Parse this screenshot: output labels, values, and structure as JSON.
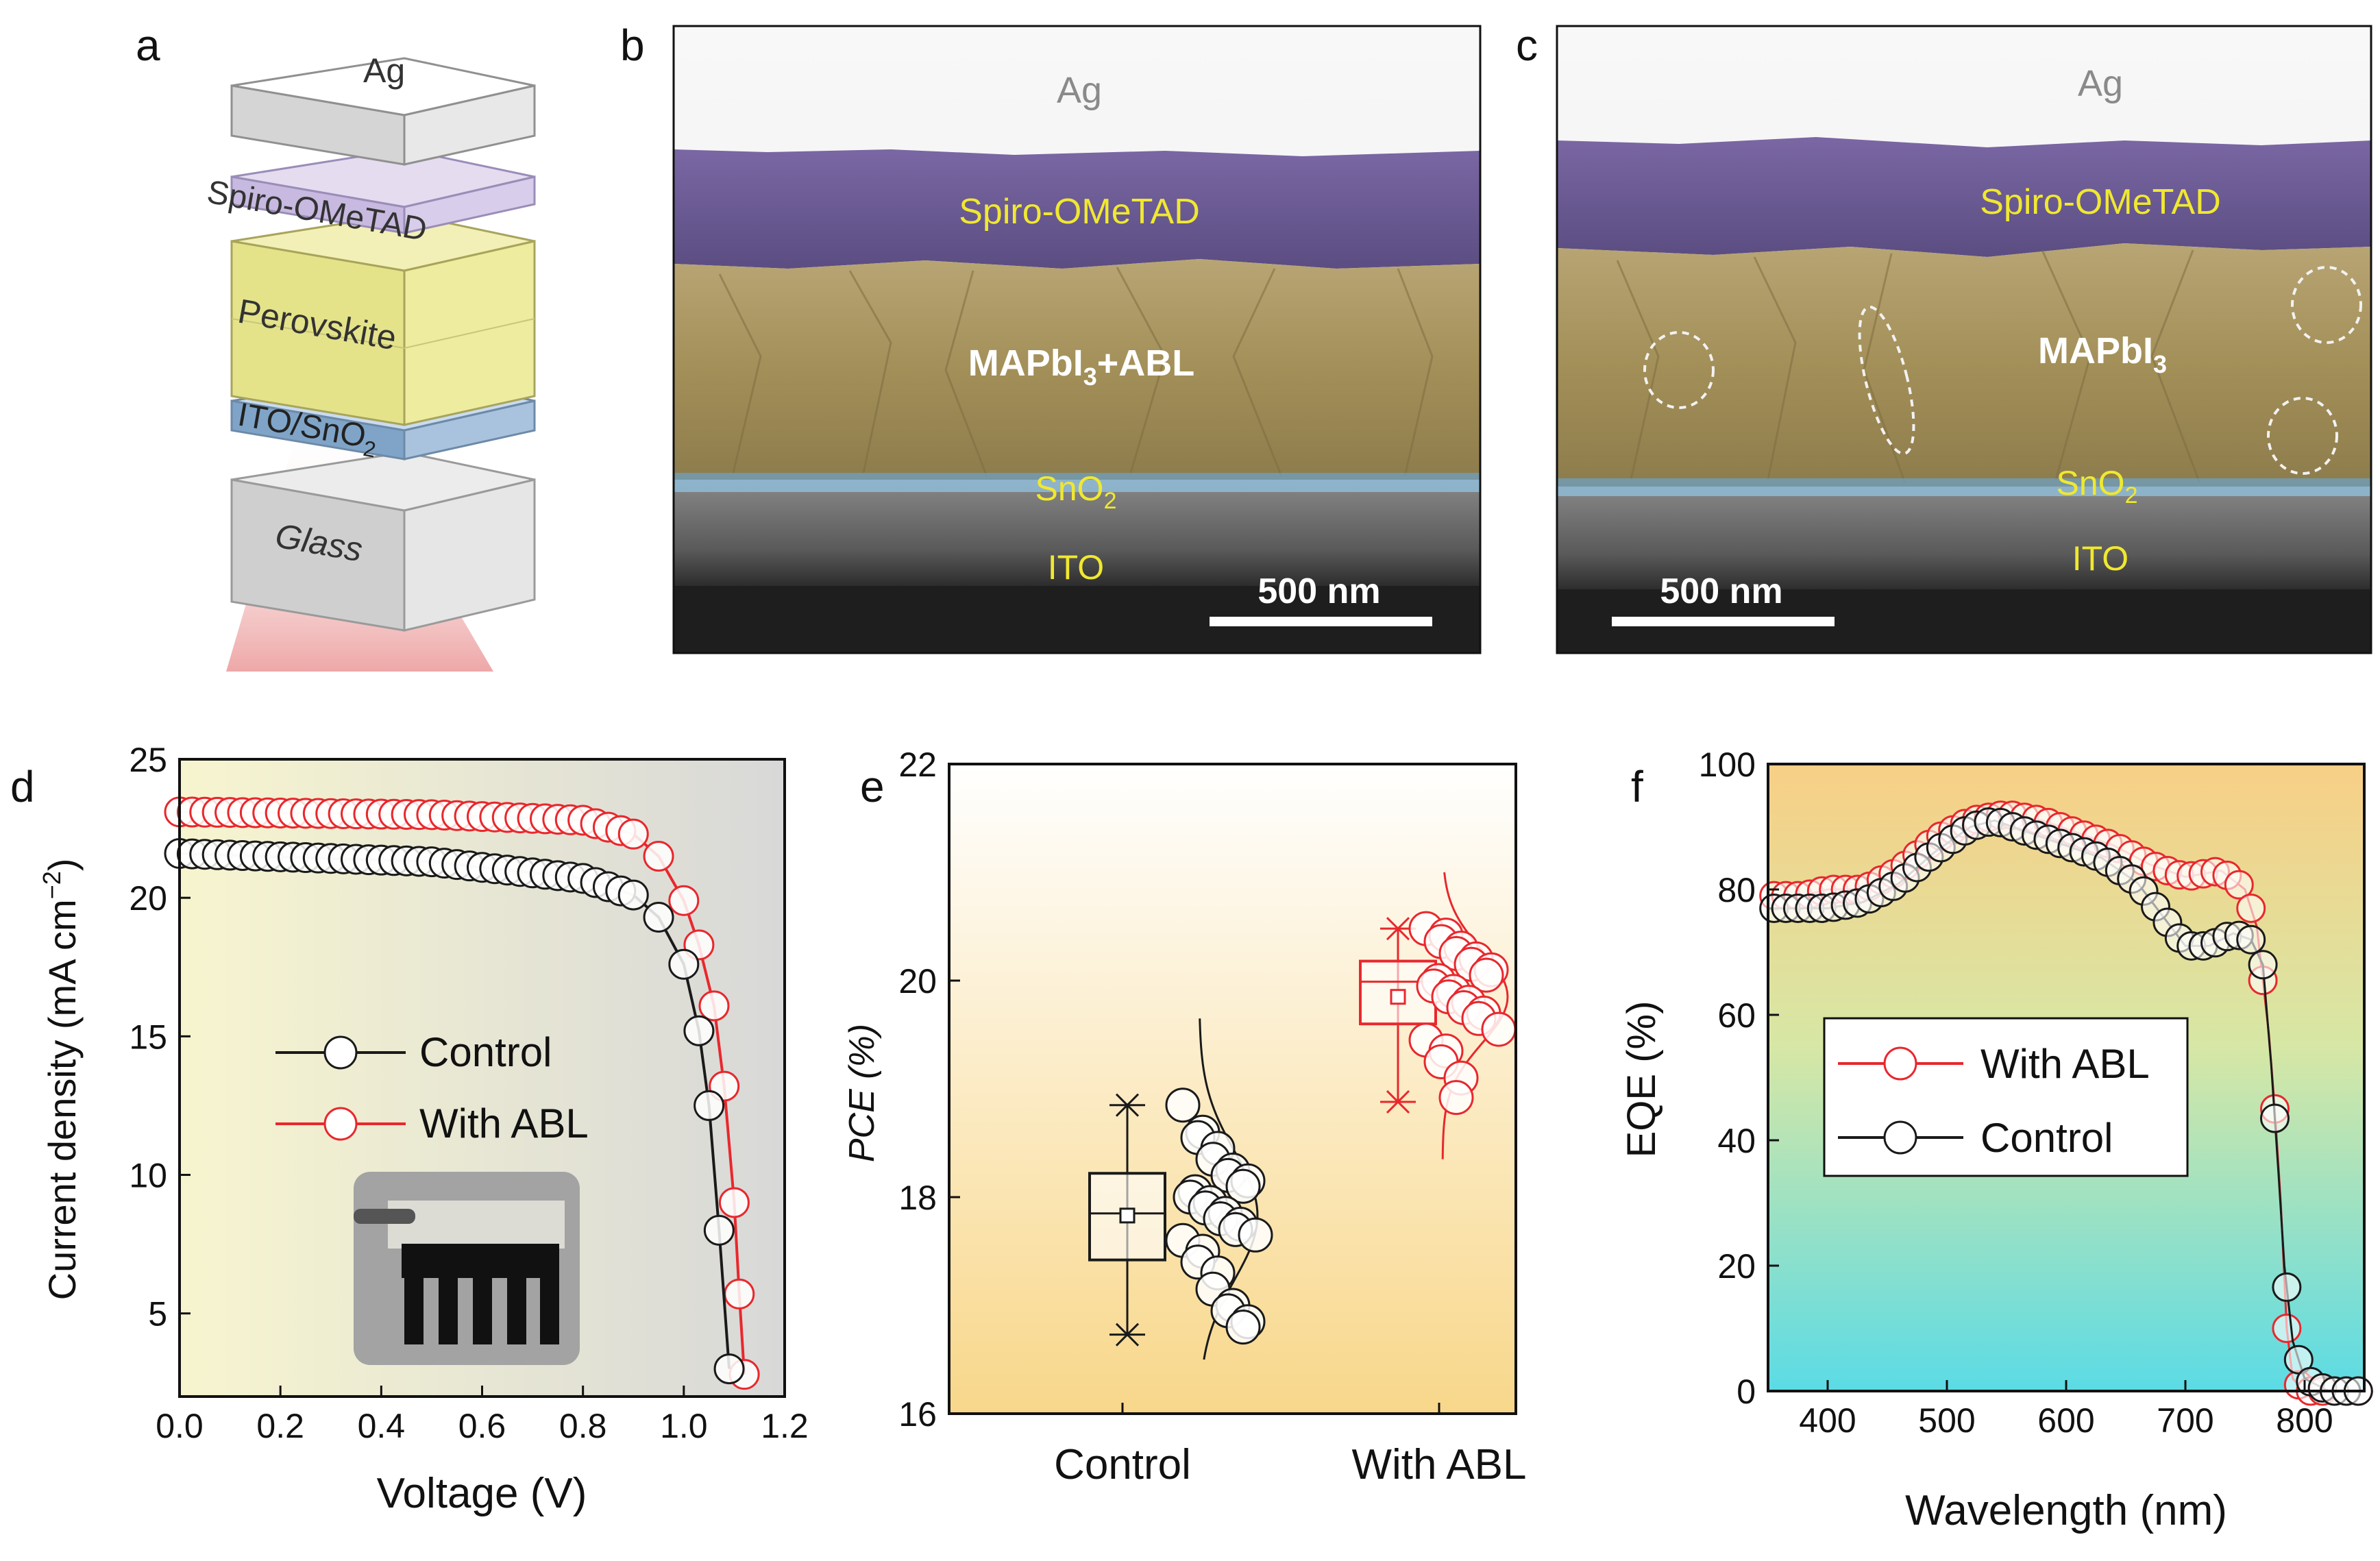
{
  "panel_letters": {
    "a": "a",
    "b": "b",
    "c": "c",
    "d": "d",
    "e": "e",
    "f": "f"
  },
  "panel_a": {
    "layers": {
      "ag": "Ag",
      "spiro": "Spiro-OMeTAD",
      "perovskite": "Perovskite",
      "ito": "ITO/SnO",
      "ito_sub": "2",
      "glass": "Glass"
    }
  },
  "panel_b": {
    "ag": "Ag",
    "spiro": "Spiro-OMeTAD",
    "film_pre": "MAPbI",
    "film_sub": "3",
    "film_post": "+ABL",
    "sno2": "SnO",
    "sno2_sub": "2",
    "ito": "ITO",
    "scale": "500 nm"
  },
  "panel_c": {
    "ag": "Ag",
    "spiro": "Spiro-OMeTAD",
    "film_pre": "MAPbI",
    "film_sub": "3",
    "sno2": "SnO",
    "sno2_sub": "2",
    "ito": "ITO",
    "scale": "500 nm"
  },
  "colors": {
    "control": "#1a1a1a",
    "abl": "#e8282d",
    "spiro": "#7a6aa0",
    "perovskite": "#a89560",
    "sno2": "#5a9ec8",
    "sem_ito": "#555555"
  },
  "chart_data": [
    {
      "panel": "d",
      "type": "scatter",
      "xlabel": "Voltage (V)",
      "ylabel_main": "Current density (mA cm",
      "ylabel_sup": "−2",
      "ylabel_end": ")",
      "xlim": [
        0,
        1.2
      ],
      "ylim": [
        2,
        25
      ],
      "xticks": [
        "0.0",
        "0.2",
        "0.4",
        "0.6",
        "0.8",
        "1.0",
        "1.2"
      ],
      "yticks": [
        "5",
        "10",
        "15",
        "20",
        "25"
      ],
      "legend": "center-left",
      "series": [
        {
          "name": "Control",
          "Jsc": 21.6,
          "Voc": 1.09,
          "curve": [
            [
              0,
              21.6
            ],
            [
              0.5,
              21.3
            ],
            [
              0.8,
              20.7
            ],
            [
              0.9,
              20.1
            ],
            [
              0.95,
              19.3
            ],
            [
              1.0,
              17.6
            ],
            [
              1.03,
              15.2
            ],
            [
              1.05,
              12.5
            ],
            [
              1.07,
              8.0
            ],
            [
              1.09,
              3.0
            ]
          ]
        },
        {
          "name": "With ABL",
          "Jsc": 23.1,
          "Voc": 1.12,
          "curve": [
            [
              0,
              23.1
            ],
            [
              0.5,
              23.0
            ],
            [
              0.8,
              22.8
            ],
            [
              0.9,
              22.3
            ],
            [
              0.95,
              21.5
            ],
            [
              1.0,
              19.9
            ],
            [
              1.03,
              18.3
            ],
            [
              1.06,
              16.1
            ],
            [
              1.08,
              13.2
            ],
            [
              1.1,
              9.0
            ],
            [
              1.11,
              5.7
            ],
            [
              1.12,
              2.8
            ]
          ]
        }
      ]
    },
    {
      "panel": "e",
      "type": "box",
      "ylabel": "PCE (%)",
      "ylim": [
        16,
        22
      ],
      "yticks": [
        "16",
        "18",
        "20",
        "22"
      ],
      "categories": [
        "Control",
        "With ABL"
      ],
      "series": [
        {
          "name": "Control",
          "min": 16.73,
          "q1": 17.42,
          "median": 17.85,
          "mean": 17.83,
          "q3": 18.22,
          "max": 18.85,
          "points": [
            18.85,
            18.6,
            18.55,
            18.45,
            18.35,
            18.25,
            18.2,
            18.15,
            18.1,
            18.05,
            18.0,
            17.95,
            17.9,
            17.85,
            17.8,
            17.75,
            17.7,
            17.65,
            17.6,
            17.5,
            17.4,
            17.3,
            17.15,
            17.0,
            16.95,
            16.85,
            16.8
          ]
        },
        {
          "name": "With ABL",
          "min": 18.88,
          "q1": 19.6,
          "median": 19.99,
          "mean": 19.85,
          "q3": 20.18,
          "max": 20.48,
          "points": [
            20.48,
            20.42,
            20.36,
            20.3,
            20.25,
            20.2,
            20.15,
            20.1,
            20.05,
            20.0,
            19.95,
            19.9,
            19.85,
            19.8,
            19.75,
            19.7,
            19.65,
            19.55,
            19.45,
            19.35,
            19.25,
            19.1,
            18.92
          ]
        }
      ]
    },
    {
      "panel": "f",
      "type": "scatter",
      "xlabel": "Wavelength (nm)",
      "ylabel": "EQE (%)",
      "xlim": [
        350,
        850
      ],
      "ylim": [
        0,
        100
      ],
      "xticks": [
        "400",
        "500",
        "600",
        "700",
        "800"
      ],
      "yticks": [
        "0",
        "20",
        "40",
        "60",
        "80",
        "100"
      ],
      "legend": "center-left",
      "series": [
        {
          "name": "With ABL",
          "curve": [
            [
              350,
              79
            ],
            [
              380,
              79
            ],
            [
              400,
              80
            ],
            [
              430,
              80
            ],
            [
              460,
              83
            ],
            [
              490,
              88
            ],
            [
              520,
              91
            ],
            [
              550,
              92
            ],
            [
              580,
              91
            ],
            [
              610,
              89
            ],
            [
              640,
              87
            ],
            [
              670,
              84
            ],
            [
              700,
              82
            ],
            [
              730,
              83
            ],
            [
              750,
              80
            ],
            [
              760,
              74
            ],
            [
              770,
              57
            ],
            [
              775,
              45
            ],
            [
              780,
              30
            ],
            [
              785,
              10
            ],
            [
              790,
              2
            ],
            [
              800,
              0
            ],
            [
              850,
              0
            ]
          ]
        },
        {
          "name": "Control",
          "curve": [
            [
              350,
              77
            ],
            [
              380,
              77
            ],
            [
              400,
              77
            ],
            [
              430,
              78
            ],
            [
              460,
              81
            ],
            [
              490,
              86
            ],
            [
              520,
              90
            ],
            [
              540,
              91
            ],
            [
              570,
              89
            ],
            [
              600,
              87
            ],
            [
              630,
              85
            ],
            [
              660,
              81
            ],
            [
              680,
              76
            ],
            [
              700,
              71
            ],
            [
              720,
              71
            ],
            [
              740,
              73
            ],
            [
              755,
              72
            ],
            [
              765,
              68
            ],
            [
              772,
              52
            ],
            [
              778,
              35
            ],
            [
              783,
              20
            ],
            [
              790,
              8
            ],
            [
              800,
              2
            ],
            [
              820,
              0
            ],
            [
              850,
              0
            ]
          ]
        }
      ]
    }
  ]
}
